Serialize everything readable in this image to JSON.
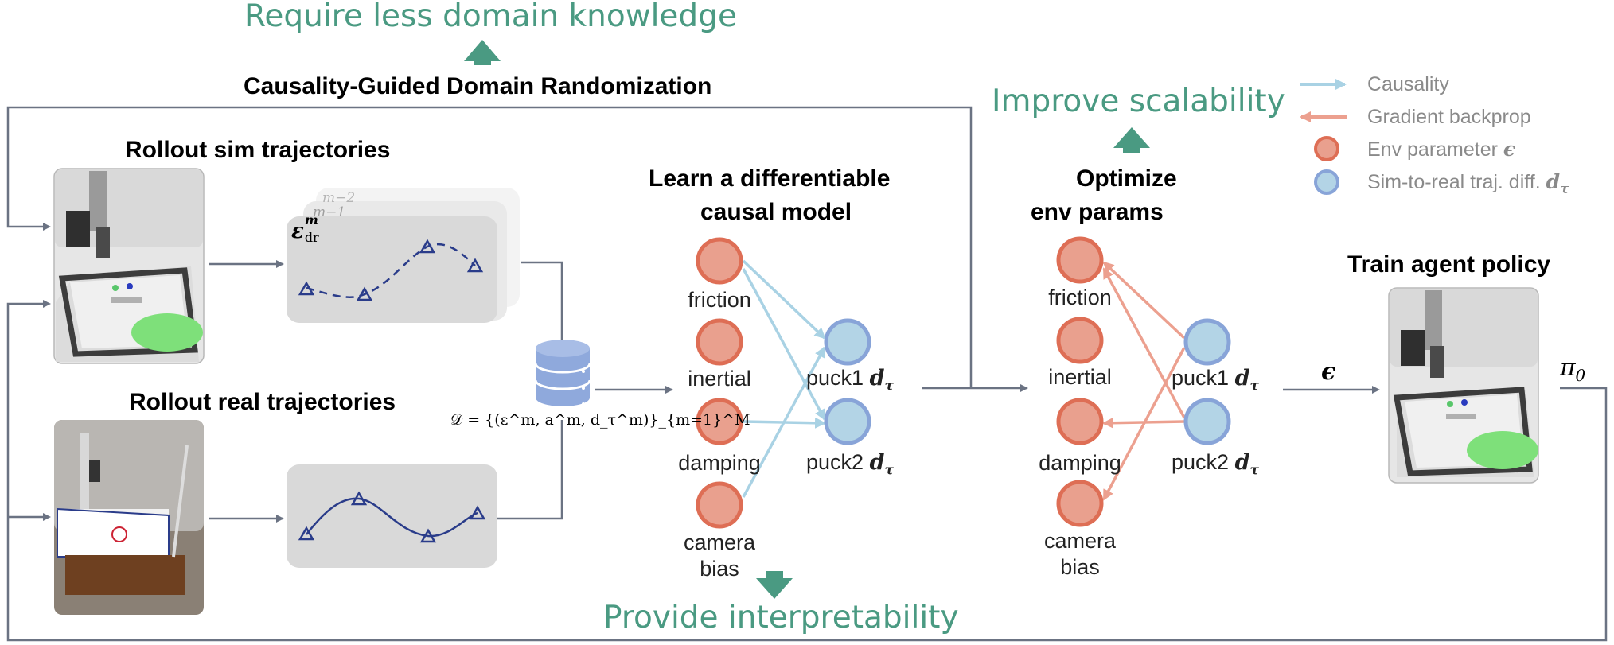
{
  "top_goal": "Require less domain knowledge",
  "title": "Causality-Guided Domain Randomization",
  "scalability_goal": "Improve scalability",
  "interpretability_goal": "Provide interpretability",
  "legend": {
    "causality": "Causality",
    "backprop": "Gradient backprop",
    "env_param": "Env parameter",
    "traj_diff": "Sim-to-real traj. diff."
  },
  "sections": {
    "rollout_sim": "Rollout sim trajectories",
    "rollout_real": "Rollout real trajectories",
    "learn_line1": "Learn a differentiable",
    "learn_line2": "causal model",
    "optimize_line1": "Optimize",
    "optimize_line2": "env params",
    "train": "Train agent policy"
  },
  "sim_stack": {
    "back_label": "m−2",
    "mid_label": "m−1",
    "front_label": "ε",
    "front_sup": "m",
    "front_sub": "dr"
  },
  "dataset_formula": "𝒟 = {(ε^m, a^m, d_τ^m)}_{m=1}^M",
  "causal_model": {
    "params": [
      "friction",
      "inertial",
      "damping",
      "camera",
      "bias"
    ],
    "outputs": [
      "puck1",
      "puck2"
    ]
  },
  "optimize": {
    "params": [
      "friction",
      "inertial",
      "damping",
      "camera",
      "bias"
    ],
    "outputs": [
      "puck1",
      "puck2"
    ]
  },
  "symbols": {
    "eps": "ϵ",
    "d": "d",
    "tau": "τ",
    "pi": "π",
    "theta": "θ"
  },
  "colors": {
    "env_fill": "#e9a08e",
    "env_stroke": "#de6e55",
    "diff_fill": "#b3d4e6",
    "diff_stroke": "#88a4d8",
    "causal_arrow": "#a9d2e4",
    "backprop_arrow": "#eca08f",
    "flow_line": "#6b7383",
    "goal_green": "#4a9a82"
  }
}
